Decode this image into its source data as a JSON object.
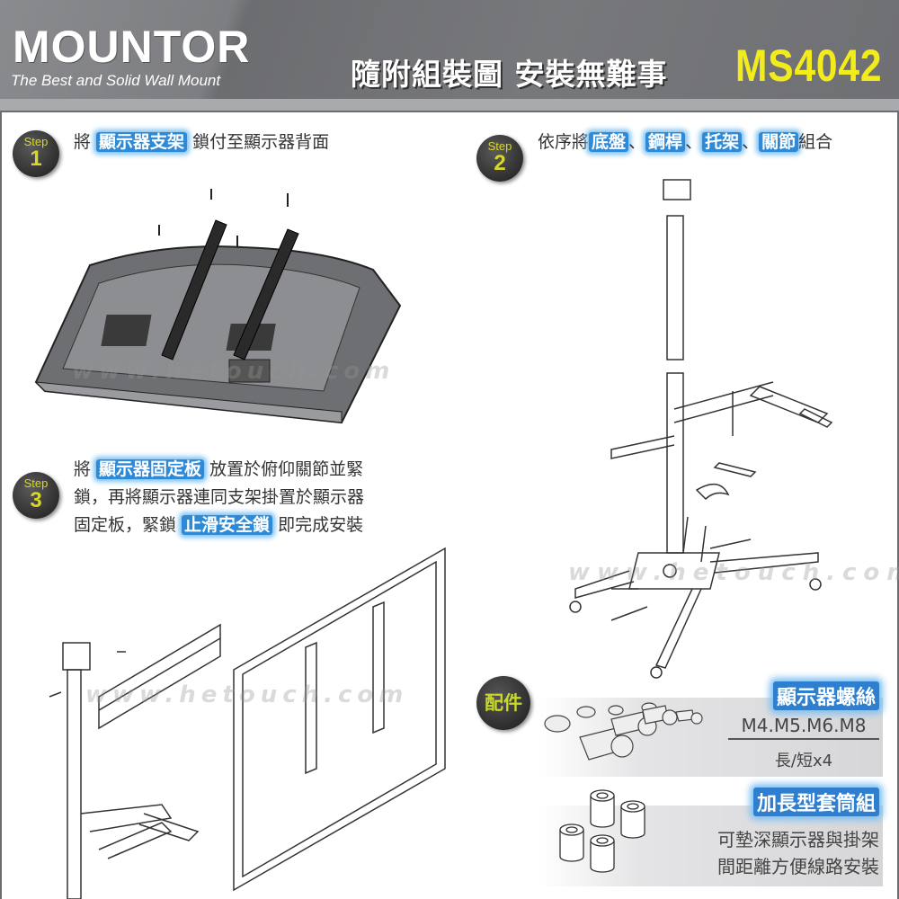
{
  "header": {
    "logo": "MOUNTOR",
    "tagline": "The Best and Solid Wall Mount",
    "title": "隨附組裝圖  安裝無難事",
    "model": "MS4042"
  },
  "steps": [
    {
      "badge": "Step",
      "number": "1",
      "parts": [
        "將 ",
        "顯示器支架",
        " 鎖付至顯示器背面"
      ]
    },
    {
      "badge": "Step",
      "number": "2",
      "parts": [
        "依序將",
        "底盤",
        "、",
        "鋼桿",
        "、",
        "托架",
        "、",
        "關節",
        "組合"
      ]
    },
    {
      "badge": "Step",
      "number": "3",
      "lines": [
        [
          "將 ",
          "顯示器固定板",
          " 放置於俯仰關節並緊"
        ],
        [
          "鎖，再將顯示器連同支架掛置於顯示器"
        ],
        [
          "固定板，緊鎖 ",
          "止滑安全鎖",
          " 即完成安裝"
        ]
      ]
    }
  ],
  "watermark": "www.hetouch.com",
  "accessories": {
    "badge": "配件",
    "screws": {
      "title": "顯示器螺絲",
      "sizes": "M4.M5.M6.M8",
      "qty": "長/短x4"
    },
    "spacers": {
      "title": "加長型套筒組",
      "line1": "可墊深顯示器與掛架",
      "line2": "間距離方便線路安裝"
    }
  }
}
